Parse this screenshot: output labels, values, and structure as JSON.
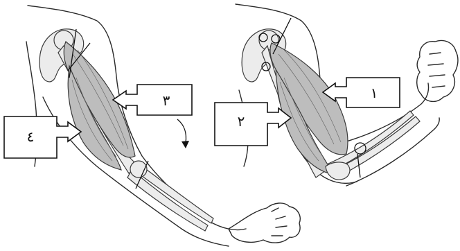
{
  "labels": {
    "one": "١",
    "two": "٢",
    "three": "٣",
    "four": "٤"
  },
  "colors": {
    "line": "#2a2a2a",
    "muscle": "#bdbdbd",
    "bone": "#ececec"
  }
}
